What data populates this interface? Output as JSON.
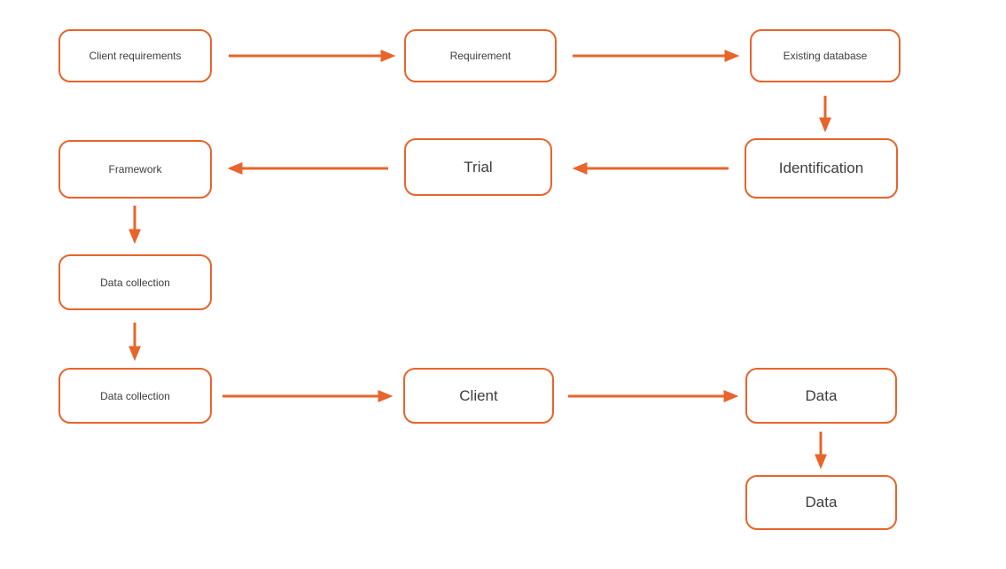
{
  "diagram": {
    "type": "flowchart",
    "accent_color": "#E8642B",
    "text_color": "#3D3D3D",
    "background_color": "#FFFFFF",
    "nodes": {
      "client_requirements": {
        "label": "Client requirements",
        "text_size": "small"
      },
      "requirement": {
        "label": "Requirement",
        "text_size": "small"
      },
      "existing_database": {
        "label": "Existing database",
        "text_size": "small"
      },
      "identification": {
        "label": "Identification",
        "text_size": "large"
      },
      "trial": {
        "label": "Trial",
        "text_size": "large"
      },
      "framework": {
        "label": "Framework",
        "text_size": "small"
      },
      "data_collection_1": {
        "label": "Data collection",
        "text_size": "small"
      },
      "data_collection_2": {
        "label": "Data collection",
        "text_size": "small"
      },
      "client": {
        "label": "Client",
        "text_size": "large"
      },
      "data_1": {
        "label": "Data",
        "text_size": "large"
      },
      "data_2": {
        "label": "Data",
        "text_size": "large"
      }
    },
    "edges": [
      {
        "from": "client_requirements",
        "to": "requirement",
        "direction": "right"
      },
      {
        "from": "requirement",
        "to": "existing_database",
        "direction": "right"
      },
      {
        "from": "existing_database",
        "to": "identification",
        "direction": "down"
      },
      {
        "from": "identification",
        "to": "trial",
        "direction": "left"
      },
      {
        "from": "trial",
        "to": "framework",
        "direction": "left"
      },
      {
        "from": "framework",
        "to": "data_collection_1",
        "direction": "down"
      },
      {
        "from": "data_collection_1",
        "to": "data_collection_2",
        "direction": "down"
      },
      {
        "from": "data_collection_2",
        "to": "client",
        "direction": "right"
      },
      {
        "from": "client",
        "to": "data_1",
        "direction": "right"
      },
      {
        "from": "data_1",
        "to": "data_2",
        "direction": "down"
      }
    ]
  }
}
